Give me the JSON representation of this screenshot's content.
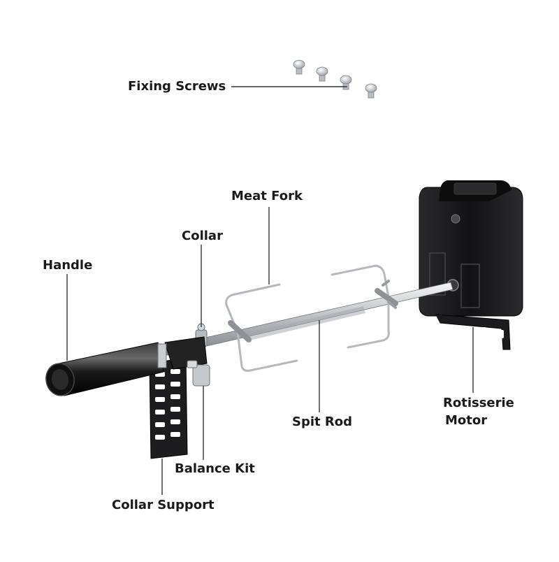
{
  "labels": {
    "fixing_screws": "Fixing Screws",
    "meat_fork": "Meat Fork",
    "collar": "Collar",
    "handle": "Handle",
    "rotisserie_motor_line1": "Rotisserie",
    "rotisserie_motor_line2": "Motor",
    "spit_rod": "Spit Rod",
    "balance_kit": "Balance Kit",
    "collar_support": "Collar Support"
  },
  "colors": {
    "background": "#ffffff",
    "label_text": "#1a1a1a",
    "leader_line": "#333333",
    "steel": "#c9ccd0",
    "motor_body": "#1b1b1d",
    "handle_black": "#151515"
  }
}
